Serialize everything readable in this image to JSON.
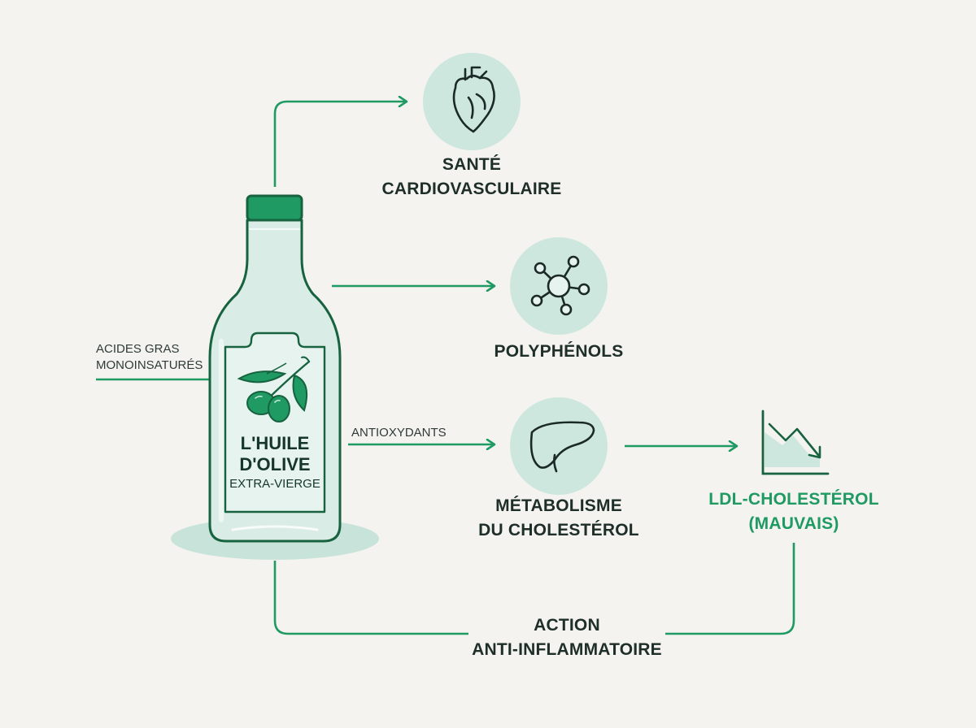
{
  "bottle": {
    "name_line1": "L'HUILE",
    "name_line2": "D'OLIVE",
    "subtitle": "EXTRA-VIERGE"
  },
  "inputs": {
    "fatty_acids_line1": "ACIDES GRAS",
    "fatty_acids_line2": "MONOINSATURÉS",
    "antioxidants": "ANTIOXYDANTS"
  },
  "nodes": {
    "cardio": {
      "line1": "SANTÉ",
      "line2": "CARDIOVASCULAIRE",
      "icon": "heart-icon"
    },
    "polyphenols": {
      "line1": "POLYPHÉNOLS",
      "icon": "molecule-icon"
    },
    "cholesterol_metabolism": {
      "line1": "MÉTABOLISME",
      "line2": "DU CHOLESTÉROL",
      "icon": "liver-icon"
    },
    "ldl": {
      "line1": "LDL-CHOLESTÉROL",
      "line2": "(MAUVAIS)",
      "icon": "declining-chart-icon"
    },
    "anti_inflammatory": {
      "line1": "ACTION",
      "line2": "ANTI-INFLAMMATOIRE"
    }
  },
  "colors": {
    "accent": "#1f9a62",
    "dark_green": "#17623f",
    "circle_fill": "#cde7df",
    "bottle_fill": "#d9ece6",
    "ldl_text": "#1f9a62",
    "background": "#f4f3ef"
  }
}
